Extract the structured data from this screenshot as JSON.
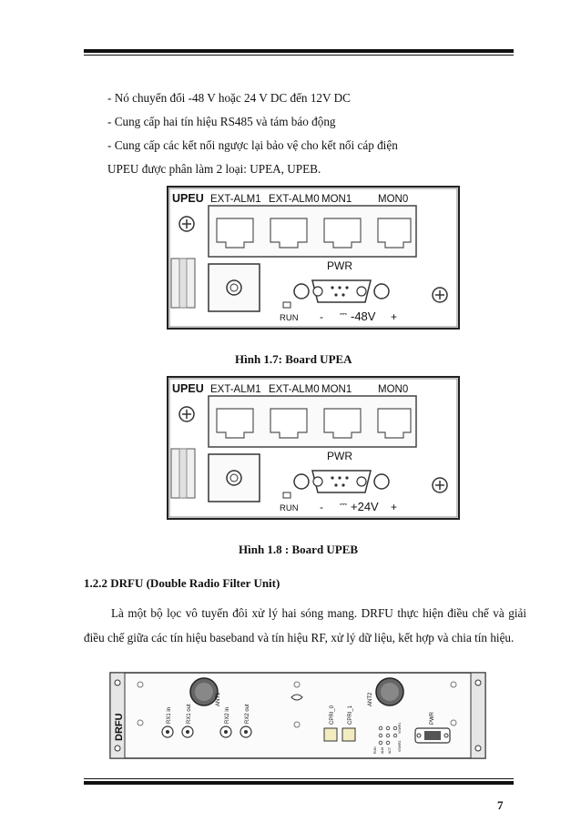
{
  "bullets": [
    "- Nó chuyển đổi -48 V hoặc 24 V DC đến 12V DC",
    "- Cung cấp hai tín hiệu RS485 và tám báo động",
    "- Cung cấp các kết nối ngược lại bảo vệ cho kết nối cáp điện"
  ],
  "intro": "UPEU được phân làm 2 loại: UPEA, UPEB.",
  "board_upea": {
    "name": "UPEU",
    "ports": [
      "EXT-ALM1",
      "EXT-ALM0",
      "MON1",
      "MON0"
    ],
    "pwr": "PWR",
    "run": "RUN",
    "minus": "-",
    "voltage": "-48V",
    "plus": "+",
    "caption": "Hình 1.7: Board UPEA"
  },
  "board_upeb": {
    "name": "UPEU",
    "ports": [
      "EXT-ALM1",
      "EXT-ALM0",
      "MON1",
      "MON0"
    ],
    "pwr": "PWR",
    "run": "RUN",
    "minus": "-",
    "voltage": "+24V",
    "plus": "+",
    "caption": "Hình 1.8 : Board UPEB"
  },
  "section": {
    "heading": "1.2.2  DRFU (Double Radio Filter Unit)",
    "paragraph": "Là một bộ lọc vô tuyến đôi xử lý hai sóng mang. DRFU thực hiện điều chế và giải điều chế giữa các tín hiệu baseband và tín hiệu RF, xử lý dữ liệu, kết hợp và chia tín hiệu."
  },
  "drfu": {
    "name": "DRFU",
    "labels": [
      "RX1 in",
      "RX1 out",
      "ANT1",
      "RX2 in",
      "RX2 out",
      "CPRI_0",
      "CPRI_1",
      "ANT2",
      "PWR"
    ],
    "leds": [
      "RUN",
      "ALM",
      "ACT",
      "VSWR1",
      "VSWR2"
    ]
  },
  "page_number": "7"
}
